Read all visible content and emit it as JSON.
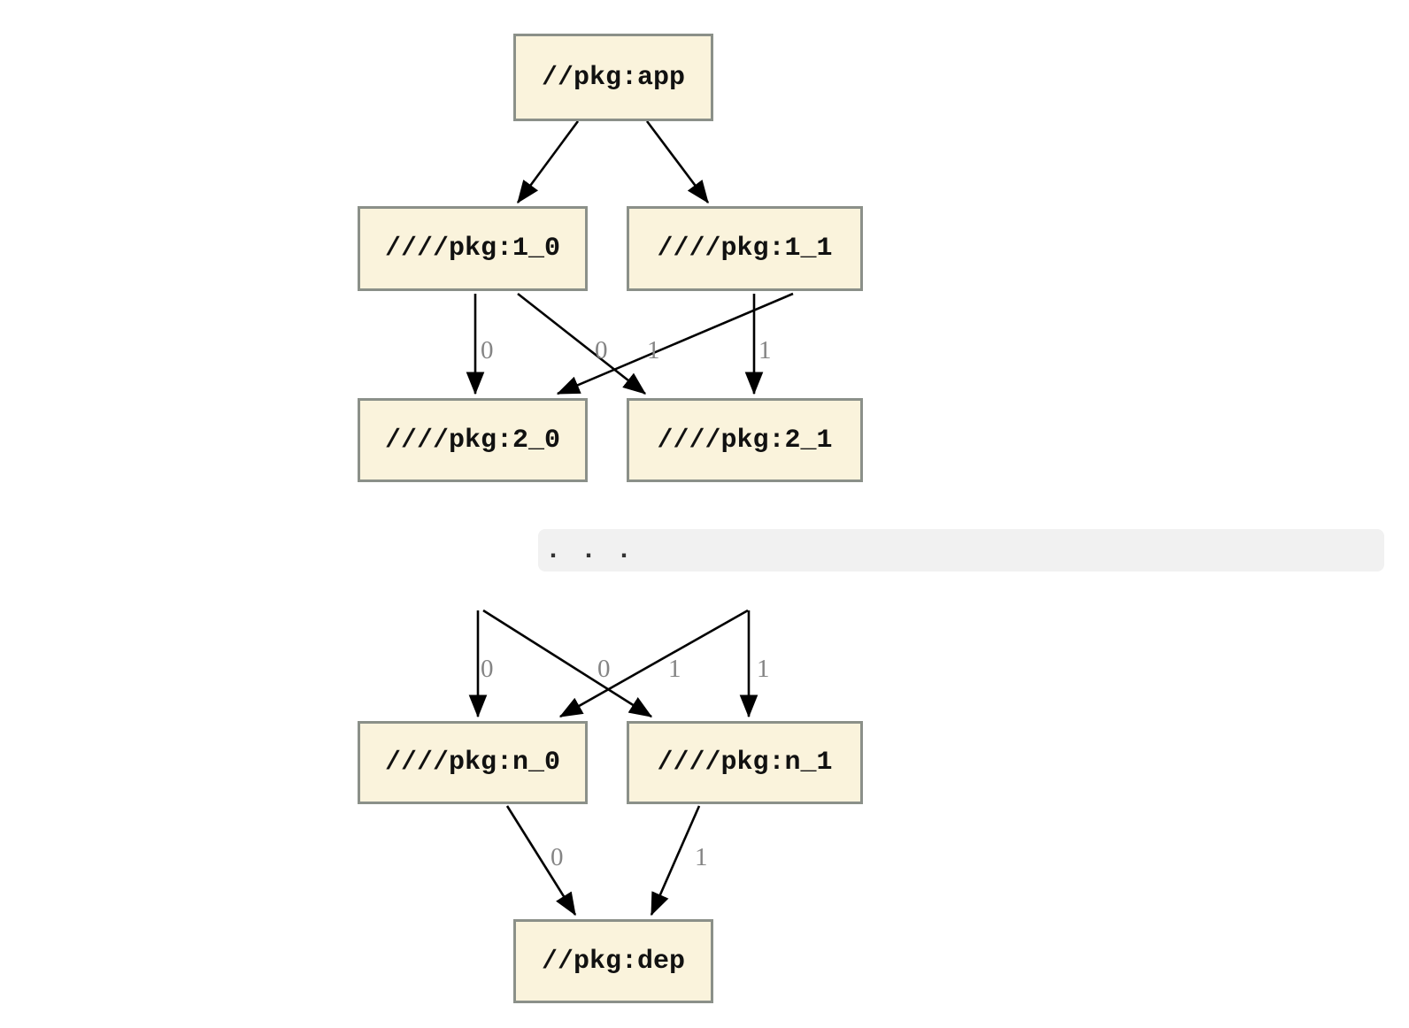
{
  "diagram": {
    "type": "dependency-graph",
    "nodes": [
      {
        "id": "app",
        "label": "//pkg:app"
      },
      {
        "id": "1_0",
        "label": "////pkg:1_0"
      },
      {
        "id": "1_1",
        "label": "////pkg:1_1"
      },
      {
        "id": "2_0",
        "label": "////pkg:2_0"
      },
      {
        "id": "2_1",
        "label": "////pkg:2_1"
      },
      {
        "id": "n_0",
        "label": "////pkg:n_0"
      },
      {
        "id": "n_1",
        "label": "////pkg:n_1"
      },
      {
        "id": "dep",
        "label": "//pkg:dep"
      }
    ],
    "edges": [
      {
        "from": "//pkg:app",
        "to": "////pkg:1_0",
        "label": ""
      },
      {
        "from": "//pkg:app",
        "to": "////pkg:1_1",
        "label": ""
      },
      {
        "from": "////pkg:1_0",
        "to": "////pkg:2_0",
        "label": "0"
      },
      {
        "from": "////pkg:1_0",
        "to": "////pkg:2_1",
        "label": "1"
      },
      {
        "from": "////pkg:1_1",
        "to": "////pkg:2_0",
        "label": "0"
      },
      {
        "from": "////pkg:1_1",
        "to": "////pkg:2_1",
        "label": "1"
      },
      {
        "from": "…",
        "to": "////pkg:n_0",
        "label": "0"
      },
      {
        "from": "…",
        "to": "////pkg:n_1",
        "label": "1"
      },
      {
        "from": "…",
        "to": "////pkg:n_0",
        "label": "0"
      },
      {
        "from": "…",
        "to": "////pkg:n_1",
        "label": "1"
      },
      {
        "from": "////pkg:n_0",
        "to": "//pkg:dep",
        "label": "0"
      },
      {
        "from": "////pkg:n_1",
        "to": "//pkg:dep",
        "label": "1"
      }
    ],
    "ellipsis": {
      "label": ". . ."
    },
    "colors": {
      "background": "#ffffff",
      "node_fill": "#faf3dc",
      "node_border": "#8b9089",
      "edge": "#000000",
      "edge_label": "#848484",
      "ellipsis_background": "#f1f1f1",
      "ellipsis_dots": "#333333"
    }
  }
}
